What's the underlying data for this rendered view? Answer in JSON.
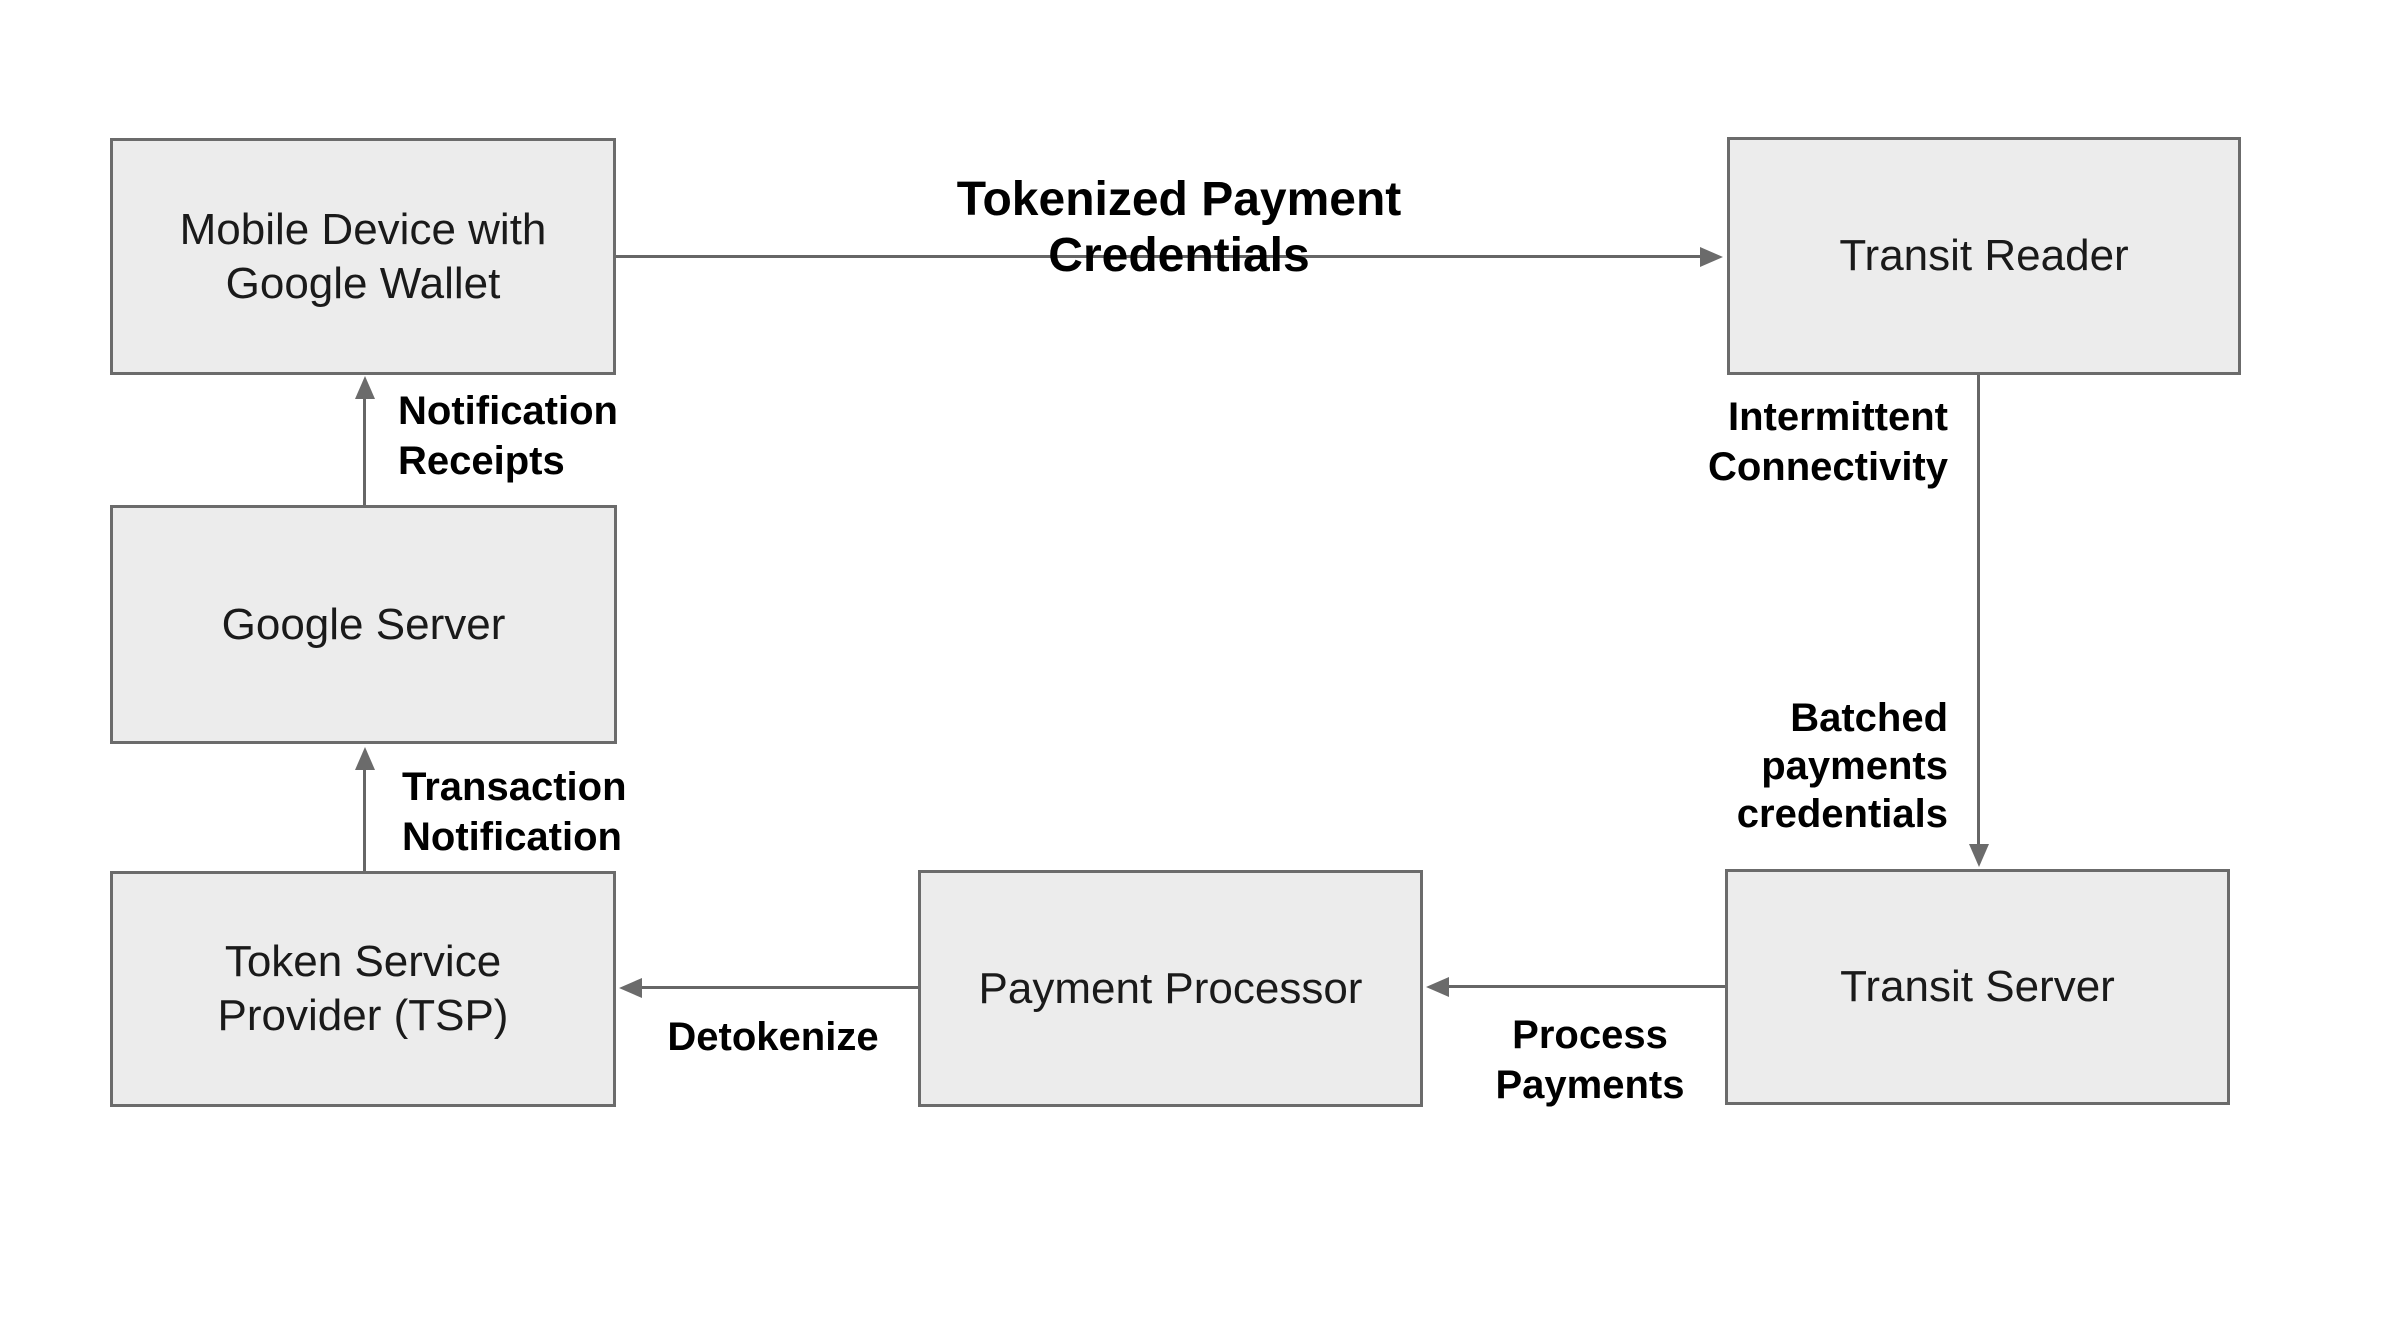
{
  "diagram": {
    "title": "Google Wallet transit payment flow",
    "colors": {
      "node_fill": "#ececec",
      "node_border": "#6b6b6b",
      "arrow": "#666666",
      "label_text": "#000000"
    },
    "nodes": {
      "mobile": {
        "label": "Mobile Device with\nGoogle Wallet"
      },
      "reader": {
        "label": "Transit Reader"
      },
      "google": {
        "label": "Google Server"
      },
      "tsp": {
        "label": "Token Service\nProvider (TSP)"
      },
      "pp": {
        "label": "Payment Processor"
      },
      "ts": {
        "label": "Transit Server"
      }
    },
    "edges": {
      "tokenized": {
        "from": "mobile",
        "to": "reader",
        "label": "Tokenized Payment Credentials"
      },
      "notification_receipts": {
        "from": "google",
        "to": "mobile",
        "label": "Notification\nReceipts"
      },
      "transaction_notification": {
        "from": "tsp",
        "to": "google",
        "label": "Transaction\nNotification"
      },
      "intermittent_connectivity": {
        "from": "reader",
        "to": "ts",
        "label": "Intermittent\nConnectivity"
      },
      "batched_payments": {
        "from": "reader",
        "to": "ts",
        "label": "Batched\npayments\ncredentials"
      },
      "process_payments": {
        "from": "ts",
        "to": "pp",
        "label": "Process\nPayments"
      },
      "detokenize": {
        "from": "pp",
        "to": "tsp",
        "label": "Detokenize"
      }
    }
  }
}
